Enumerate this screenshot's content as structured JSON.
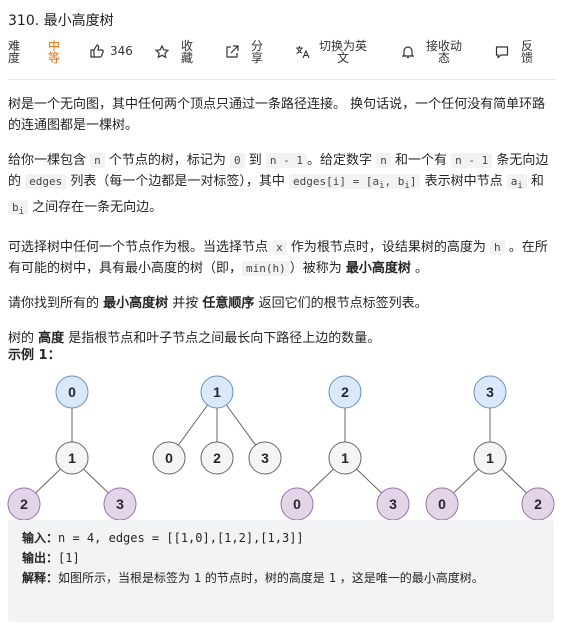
{
  "title": "310. 最小高度树",
  "toolbar": {
    "difficulty_label": "难度",
    "difficulty_value": "中等",
    "likes": "346",
    "favorite": "收藏",
    "share": "分享",
    "switch_lang": "切换为英文",
    "notifications": "接收动态",
    "feedback": "反馈"
  },
  "description": {
    "p1": "树是一个无向图，其中任何两个顶点只通过一条路径连接。 换句话说，一个任何没有简单环路的连通图都是一棵树。",
    "p2_a": "给你一棵包含 ",
    "p2_code_n": "n",
    "p2_b": " 个节点的树，标记为 ",
    "p2_code_0": "0",
    "p2_c": " 到 ",
    "p2_code_n1": "n - 1",
    "p2_d": "。给定数字 ",
    "p2_code_n2": "n",
    "p2_e": " 和一个有 ",
    "p2_code_n3": "n - 1",
    "p2_f": " 条无向边的 ",
    "p2_code_edges": "edges",
    "p2_g": " 列表（每一个边都是一对标签），其中 ",
    "p2_code_edgei": "edges[i] = [a",
    "p2_sub_i1": "i",
    "p2_code_mid": ", b",
    "p2_sub_i2": "i",
    "p2_code_end": "]",
    "p2_h": " 表示树中节点 ",
    "p2_code_a": "a",
    "p2_sub_i3": "i",
    "p2_i": " 和 ",
    "p2_code_b": "b",
    "p2_sub_i4": "i",
    "p2_j": " 之间存在一条无向边。",
    "p3_a": "可选择树中任何一个节点作为根。当选择节点 ",
    "p3_code_x": "x",
    "p3_b": " 作为根节点时，设结果树的高度为 ",
    "p3_code_h": "h",
    "p3_c": " 。在所有可能的树中，具有最小高度的树（即，",
    "p3_code_min": "min(h)",
    "p3_d": "）被称为 ",
    "p3_bold": "最小高度树",
    "p3_e": " 。",
    "p4_a": "请你找到所有的 ",
    "p4_bold1": "最小高度树",
    "p4_b": " 并按 ",
    "p4_bold2": "任意顺序",
    "p4_c": " 返回它们的根节点标签列表。",
    "p5_a": "树的 ",
    "p5_bold": "高度",
    "p5_b": " 是指根节点和叶子节点之间最长向下路径上边的数量。"
  },
  "example": {
    "title": "示例 1：",
    "input_label": "输入：",
    "input_value": "n = 4, edges = [[1,0],[1,2],[1,3]]",
    "output_label": "输出：",
    "output_value": "[1]",
    "explain_label": "解释：",
    "explain_a": "如图所示，当根是标签为 ",
    "explain_code1": "1",
    "explain_b": " 的节点时，树的高度是 ",
    "explain_code2": "1",
    "explain_c": " ，这是唯一的最小高度树。"
  },
  "colors": {
    "root_fill": "#dae8fc",
    "root_stroke": "#6c8ebf",
    "mid_fill": "#f5f5f5",
    "mid_stroke": "#666666",
    "leaf_fill": "#e1d5e7",
    "leaf_stroke": "#9673a6",
    "orange": "#ef6c00"
  },
  "trees": [
    {
      "root": "0",
      "mid": "1",
      "leaves": [
        "2",
        "3"
      ]
    },
    {
      "root": "1",
      "leaves": [
        "0",
        "2",
        "3"
      ]
    },
    {
      "root": "2",
      "mid": "1",
      "leaves": [
        "0",
        "3"
      ]
    },
    {
      "root": "3",
      "mid": "1",
      "leaves": [
        "0",
        "2"
      ]
    }
  ]
}
